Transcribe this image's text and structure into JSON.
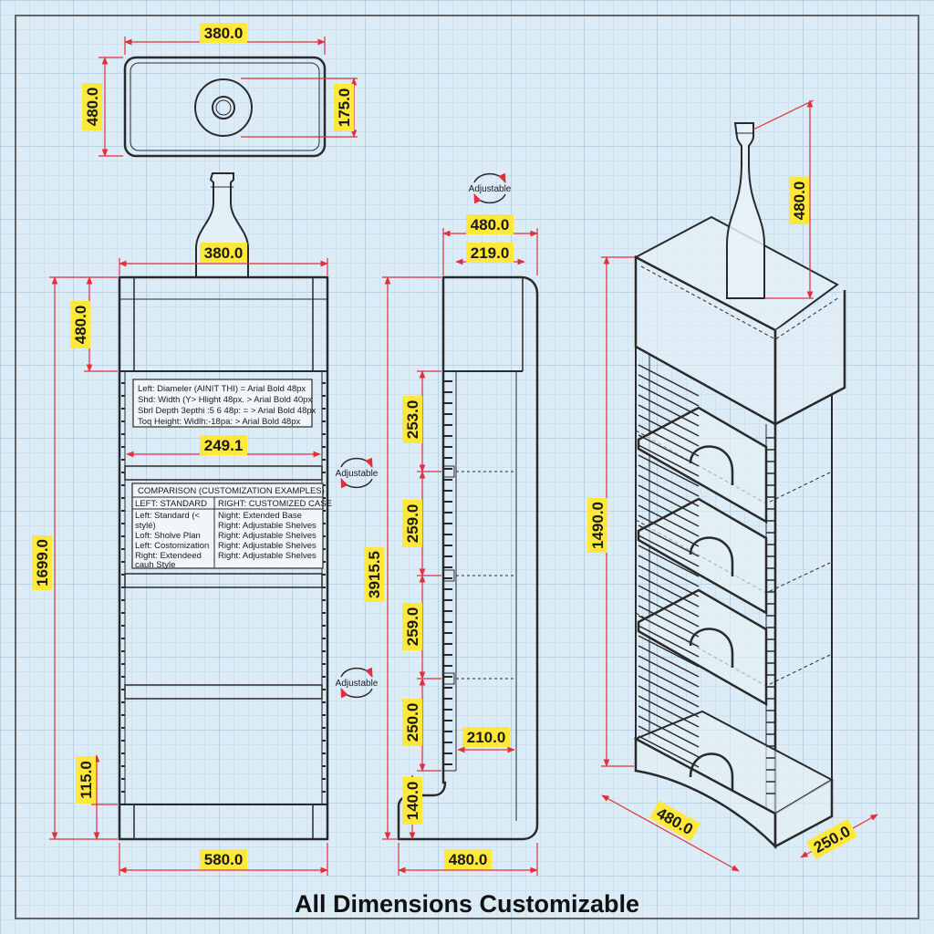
{
  "dims": {
    "top_width": "380.0",
    "top_depth": "480.0",
    "top_diameter": "175.0",
    "front_width_top": "380.0",
    "front_header_h": "480.0",
    "front_inner_width": "249.1",
    "front_total_h": "1699.0",
    "front_base_h": "115.0",
    "front_base_width": "580.0",
    "side_depth": "480.0",
    "side_inner_depth": "219.0",
    "side_total_h": "3915.5",
    "side_shelf1": "253.0",
    "side_shelf2": "259.0",
    "side_shelf3": "259.0",
    "side_shelf4": "250.0",
    "side_shelf_depth": "210.0",
    "side_base_h": "140.0",
    "side_base_depth": "480.0",
    "iso_height": "1490.0",
    "iso_bottle_h": "480.0",
    "iso_depth": "480.0",
    "iso_width": "250.0"
  },
  "adjustable_label": "Adjustable",
  "spec_note": [
    "Left: Diameler (AINIT THI) = Arial Bold 48px",
    "Shd: Width (Y> Hlight 48px. > Arial Bold 40px",
    "Sbrl Depth 3epthi :5 6 48p: = > Arial Bold 48px",
    "Toq Height: Widlh:-18pa: > Arial Bold 48px"
  ],
  "comparison": {
    "title": "COMPARISON (CUSTOMIZATION EXAMPLES)",
    "left_header": "LEFT: STANDARD",
    "right_header": "RIGHT: CUSTOMIZED CASE",
    "left_rows": [
      "Left: Standard (<",
      "stylé)",
      "Loft: Sholve Plan",
      "Left: Costomization",
      "Right: Extendeed",
      "cauh Style"
    ],
    "right_rows": [
      "Night: Extended Base",
      "Right: Adjustable Shelves",
      "Right: Adjustable Shelves",
      "Right: Adjustable Shelves",
      "Right: Adjustable Shelves"
    ]
  },
  "footer": "All Dimensions Customizable",
  "colors": {
    "line": "#2a2a2a",
    "dimension": "#e0303c",
    "label_bg": "#ffe83a"
  }
}
